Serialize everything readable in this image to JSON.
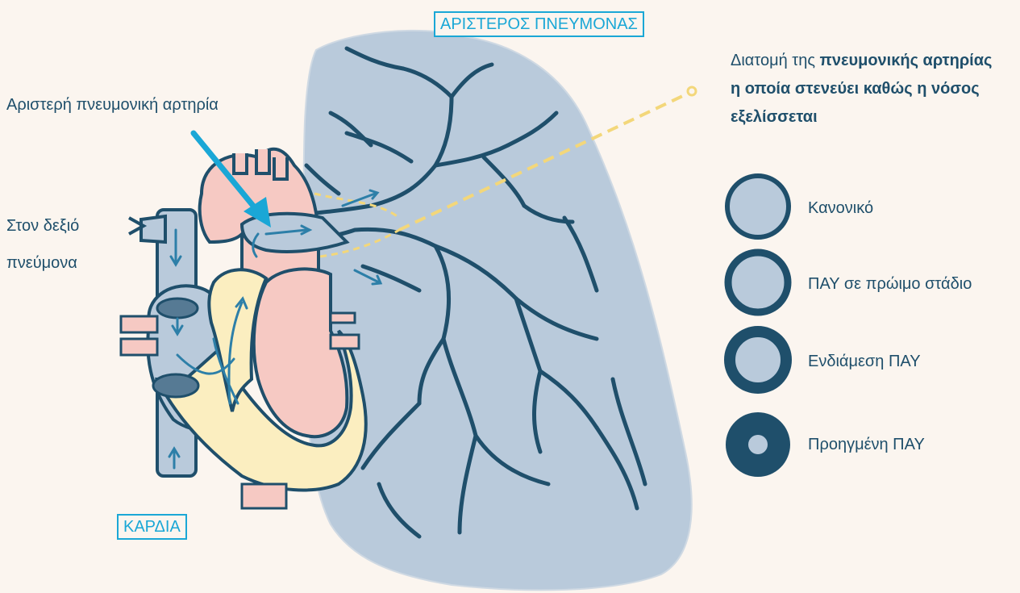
{
  "labels": {
    "left_lung": "ΑΡΙΣΤΕΡΟΣ ΠΝΕΥΜΟΝΑΣ",
    "heart": "ΚΑΡΔΙΑ",
    "left_pulmonary_artery": "Αριστερή πνευμονική αρτηρία",
    "to_right_lung_line1": "Στον δεξιό",
    "to_right_lung_line2": "πνεύμονα"
  },
  "legend": {
    "title_prefix": "Διατομή της ",
    "title_bold": "πνευμονικής αρτηρίας η οποία στενεύει καθώς η νόσος εξελίσσεται",
    "items": [
      {
        "label": "Κανονικό",
        "stage": "normal"
      },
      {
        "label": "ΠΑΥ σε πρώιμο στάδιο",
        "stage": "early"
      },
      {
        "label": "Ενδιάμεση ΠΑΥ",
        "stage": "intermediate"
      },
      {
        "label": "Προηγμένη ΠΑΥ",
        "stage": "advanced"
      }
    ]
  },
  "colors": {
    "background": "#fbf5ef",
    "lung": "#b9cadb",
    "vessel": "#1f4f6b",
    "heart_pink": "#f6c9c3",
    "heart_yellow": "#fbeec0",
    "accent_cyan": "#1aa7d6",
    "dashed_yellow": "#f3d77a"
  }
}
